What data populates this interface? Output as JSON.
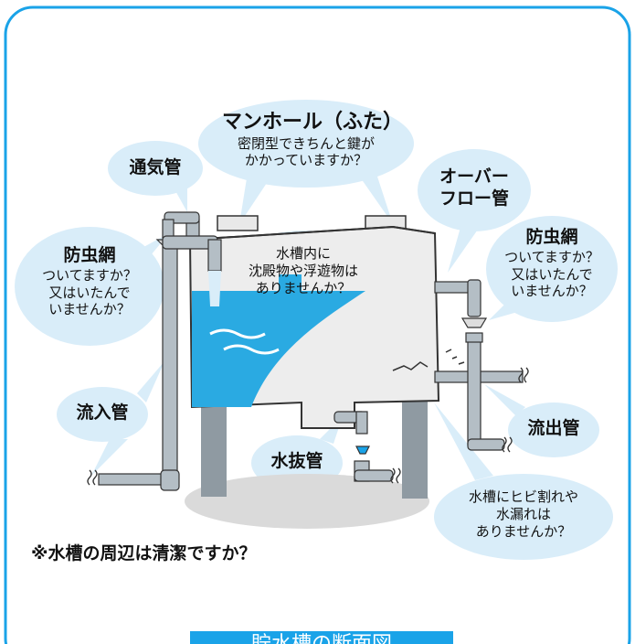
{
  "labels": {
    "manhole": {
      "title": "マンホール（ふた）",
      "lines": [
        "密閉型できちんと鍵が",
        "かかっていますか？"
      ]
    },
    "vent": "通気管",
    "overflow": [
      "オーバー",
      "フロー管"
    ],
    "insect_left": {
      "title": "防虫網",
      "lines": [
        "ついてますか？",
        "又はいたんで",
        "いませんか？"
      ]
    },
    "insect_right": {
      "title": "防虫網",
      "lines": [
        "ついてますか？",
        "又はいたんで",
        "いませんか？"
      ]
    },
    "tank_inside": [
      "水槽内に",
      "沈殿物や浮遊物は",
      "ありませんか？"
    ],
    "inflow": "流入管",
    "outflow": "流出管",
    "drain": "水抜管",
    "crack": [
      "水槽にヒビ割れや",
      "水漏れは",
      "ありませんか？"
    ],
    "note": "※水槽の周辺は清潔ですか？",
    "title": "貯水槽の断面図"
  },
  "colors": {
    "frame": "#1aa3e8",
    "bubble": "#d9edf9",
    "water": "#2aaae2",
    "tank": "#ededed",
    "pipe": "#9aa5ad",
    "leg": "#8f9aa2",
    "shadow": "#dadada"
  }
}
